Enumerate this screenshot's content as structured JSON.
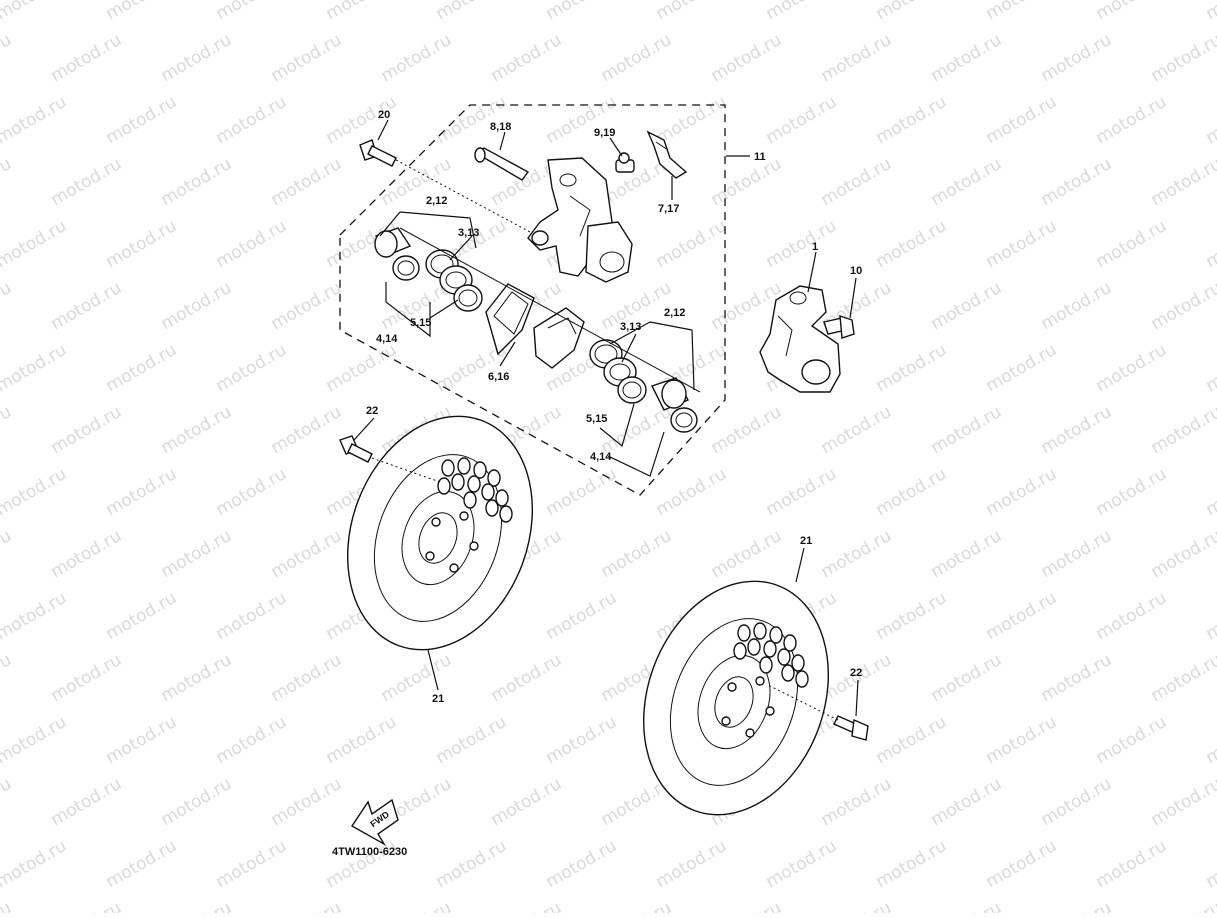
{
  "watermark": "motod.ru",
  "diagram_code": "4TW1100-6230",
  "fwd_badge": "FWD",
  "callouts": {
    "c20": "20",
    "c8_18": "8,18",
    "c9_19": "9,19",
    "c7_17": "7,17",
    "c11": "11",
    "c2_12_a": "2,12",
    "c3_13_a": "3,13",
    "c5_15_a": "5,15",
    "c4_14_a": "4,14",
    "c6_16": "6,16",
    "c2_12_b": "2,12",
    "c3_13_b": "3,13",
    "c5_15_b": "5,15",
    "c4_14_b": "4,14",
    "c1": "1",
    "c10": "10",
    "c22_a": "22",
    "c21_a": "21",
    "c21_b": "21",
    "c22_b": "22"
  }
}
